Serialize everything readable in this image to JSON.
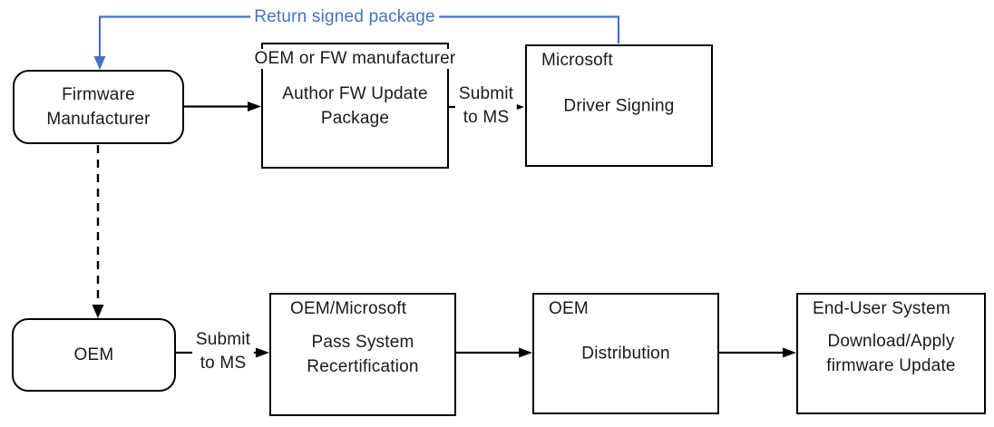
{
  "colors": {
    "line_black": "#000000",
    "return_blue": "#4472C4",
    "text": "#1a1a1a",
    "background": "#ffffff"
  },
  "labels": {
    "return_signed": "Return signed package",
    "submit_top": [
      "Submit",
      "to MS"
    ],
    "submit_bottom": [
      "Submit",
      "to MS"
    ]
  },
  "nodes": {
    "firmware": {
      "lines": [
        "Firmware",
        "Manufacturer"
      ]
    },
    "author": {
      "title": "OEM or FW manufacturer",
      "body": [
        "Author FW Update",
        "Package"
      ]
    },
    "microsoft": {
      "title": "Microsoft",
      "body": "Driver Signing"
    },
    "oem": {
      "label": "OEM"
    },
    "recert": {
      "title": "OEM/Microsoft",
      "body": [
        "Pass System",
        "Recertification"
      ]
    },
    "distribution": {
      "title": "OEM",
      "body": "Distribution"
    },
    "enduser": {
      "title": "End-User System",
      "body": [
        "Download/Apply",
        "firmware Update"
      ]
    }
  }
}
